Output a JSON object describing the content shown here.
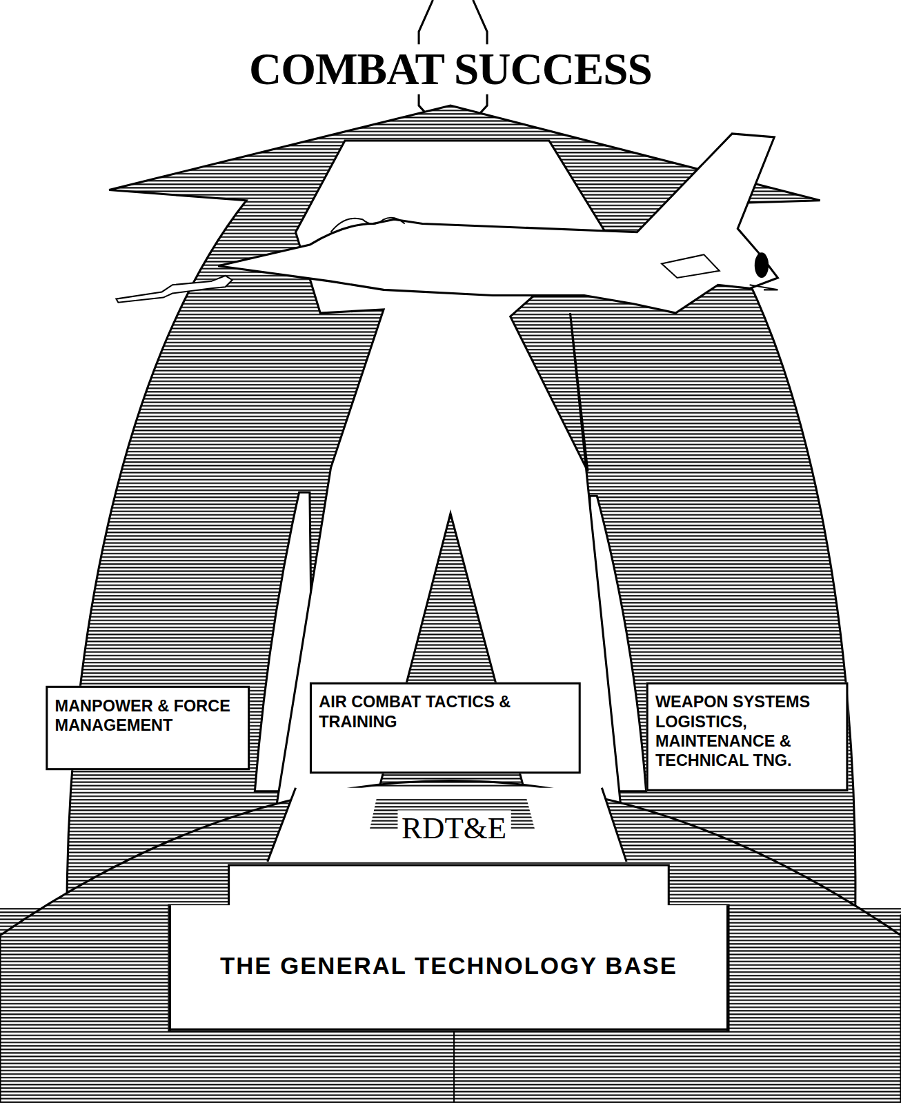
{
  "diagram": {
    "title": "COMBAT SUCCESS",
    "nodes": [
      {
        "text": [
          "MANPOWER & FORCE MANAGEMENT"
        ]
      },
      {
        "text": [
          "AIR COMBAT TACTICS & TRAINING"
        ]
      },
      {
        "text": [
          "WEAPON SYSTEMS LOGISTICS, MAINTENANCE & TECHNICAL TNG."
        ]
      },
      {
        "text": [
          "THE GENERAL TECHNOLOGY BASE"
        ]
      }
    ],
    "labels": [
      "RDT&E"
    ]
  }
}
